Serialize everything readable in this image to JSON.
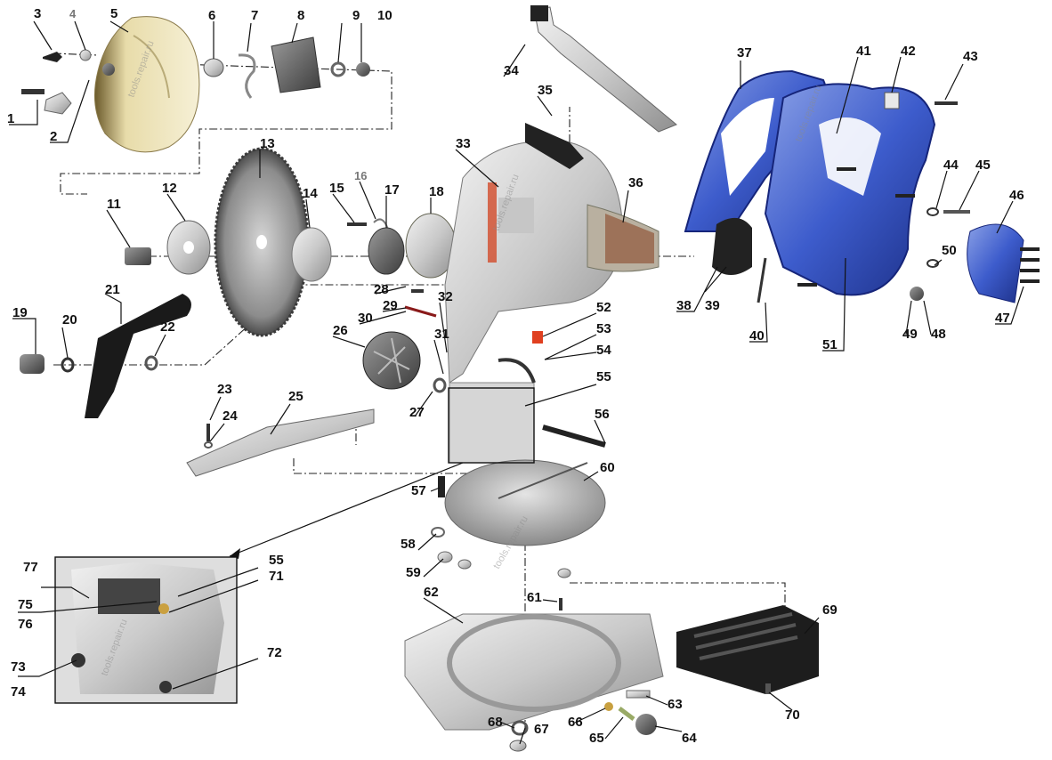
{
  "watermark": "tools.repair.ru",
  "callouts": [
    {
      "n": "1"
    },
    {
      "n": "2"
    },
    {
      "n": "3"
    },
    {
      "n": "4"
    },
    {
      "n": "5"
    },
    {
      "n": "6"
    },
    {
      "n": "7"
    },
    {
      "n": "8"
    },
    {
      "n": "9"
    },
    {
      "n": "10"
    },
    {
      "n": "11"
    },
    {
      "n": "12"
    },
    {
      "n": "13"
    },
    {
      "n": "14"
    },
    {
      "n": "15"
    },
    {
      "n": "16"
    },
    {
      "n": "17"
    },
    {
      "n": "18"
    },
    {
      "n": "19"
    },
    {
      "n": "20"
    },
    {
      "n": "21"
    },
    {
      "n": "22"
    },
    {
      "n": "23"
    },
    {
      "n": "24"
    },
    {
      "n": "25"
    },
    {
      "n": "26"
    },
    {
      "n": "27"
    },
    {
      "n": "28"
    },
    {
      "n": "29"
    },
    {
      "n": "30"
    },
    {
      "n": "31"
    },
    {
      "n": "32"
    },
    {
      "n": "33"
    },
    {
      "n": "34"
    },
    {
      "n": "35"
    },
    {
      "n": "36"
    },
    {
      "n": "37"
    },
    {
      "n": "38"
    },
    {
      "n": "39"
    },
    {
      "n": "40"
    },
    {
      "n": "41"
    },
    {
      "n": "42"
    },
    {
      "n": "43"
    },
    {
      "n": "44"
    },
    {
      "n": "45"
    },
    {
      "n": "46"
    },
    {
      "n": "47"
    },
    {
      "n": "48"
    },
    {
      "n": "49"
    },
    {
      "n": "50"
    },
    {
      "n": "51"
    },
    {
      "n": "52"
    },
    {
      "n": "53"
    },
    {
      "n": "54"
    },
    {
      "n": "55"
    },
    {
      "n": "56"
    },
    {
      "n": "57"
    },
    {
      "n": "58"
    },
    {
      "n": "59"
    },
    {
      "n": "60"
    },
    {
      "n": "61"
    },
    {
      "n": "62"
    },
    {
      "n": "63"
    },
    {
      "n": "64"
    },
    {
      "n": "65"
    },
    {
      "n": "66"
    },
    {
      "n": "67"
    },
    {
      "n": "68"
    },
    {
      "n": "69"
    },
    {
      "n": "70"
    },
    {
      "n": "55"
    },
    {
      "n": "71"
    },
    {
      "n": "72"
    },
    {
      "n": "73"
    },
    {
      "n": "74"
    },
    {
      "n": "75"
    },
    {
      "n": "76"
    },
    {
      "n": "77"
    }
  ]
}
